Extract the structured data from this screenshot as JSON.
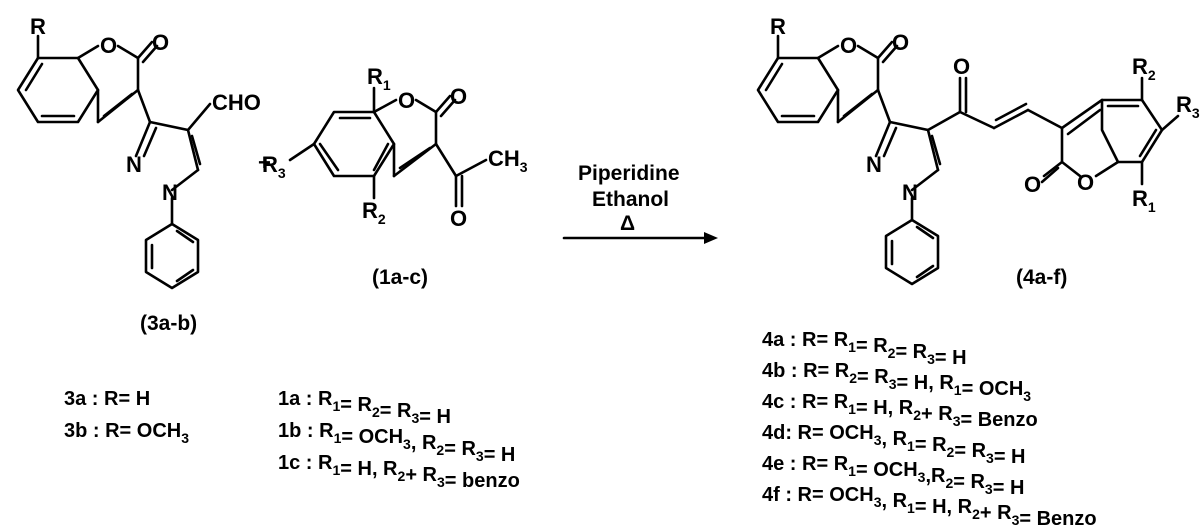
{
  "compound_labels": {
    "aldehyde": "(3a-b)",
    "acetylcoumarin": "(1a-c)",
    "product": "(4a-f)"
  },
  "conditions": {
    "line1": "Piperidine",
    "line2": "Ethanol",
    "heat": "Δ"
  },
  "plus": "+",
  "atoms": {
    "R": "R",
    "O": "O",
    "N": "N",
    "CHO": "CHO",
    "CH": "CH",
    "three": "3",
    "R1": "R",
    "R2": "R",
    "R3": "R",
    "one": "1",
    "two": "2"
  },
  "legend_3": [
    "3a : R= H",
    "3b : R= OCH3"
  ],
  "legend_1": [
    "1a : R1= R2= R3= H",
    "1b : R1= OCH3, R2= R3= H",
    "1c : R1= H, R2+ R3= benzo"
  ],
  "legend_4": [
    "4a : R= R1= R2= R3= H",
    "4b : R= R2= R3= H, R1= OCH3",
    "4c : R= R1= H, R2+ R3= Benzo",
    "4d:  R= OCH3, R1= R2= R3= H",
    "4e : R= R1= OCH3,R2= R3= H",
    "4f : R= OCH3, R1= H, R2+ R3= Benzo"
  ]
}
